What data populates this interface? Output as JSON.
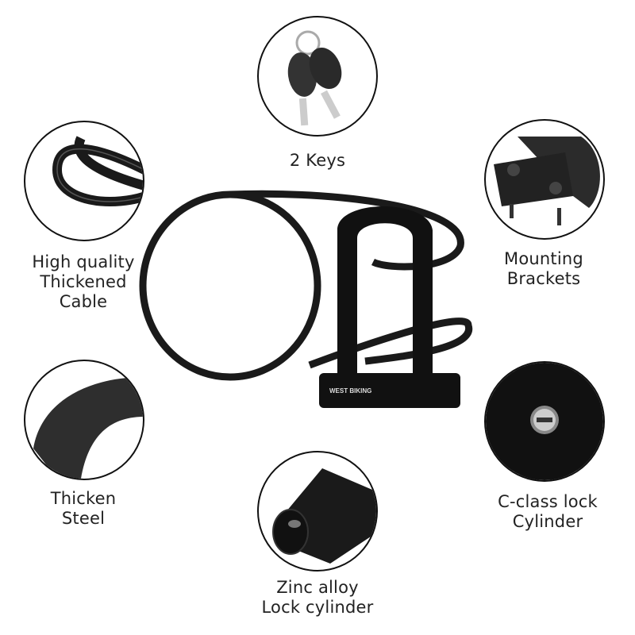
{
  "product": {
    "brand_text": "WEST BIKING",
    "colors": {
      "lock": "#111111",
      "cable": "#1a1a1a",
      "outline": "#111111",
      "text": "#222222",
      "background": "#ffffff"
    }
  },
  "features": [
    {
      "id": "keys",
      "lines": [
        "2 Keys"
      ]
    },
    {
      "id": "cable",
      "lines": [
        "High quality",
        "Thickened",
        "Cable"
      ]
    },
    {
      "id": "brackets",
      "lines": [
        "Mounting",
        "Brackets"
      ]
    },
    {
      "id": "steel",
      "lines": [
        "Thicken",
        "Steel"
      ]
    },
    {
      "id": "cylinder",
      "lines": [
        "C-class lock",
        "Cylinder"
      ]
    },
    {
      "id": "zinc",
      "lines": [
        "Zinc alloy",
        "Lock cylinder"
      ]
    }
  ]
}
